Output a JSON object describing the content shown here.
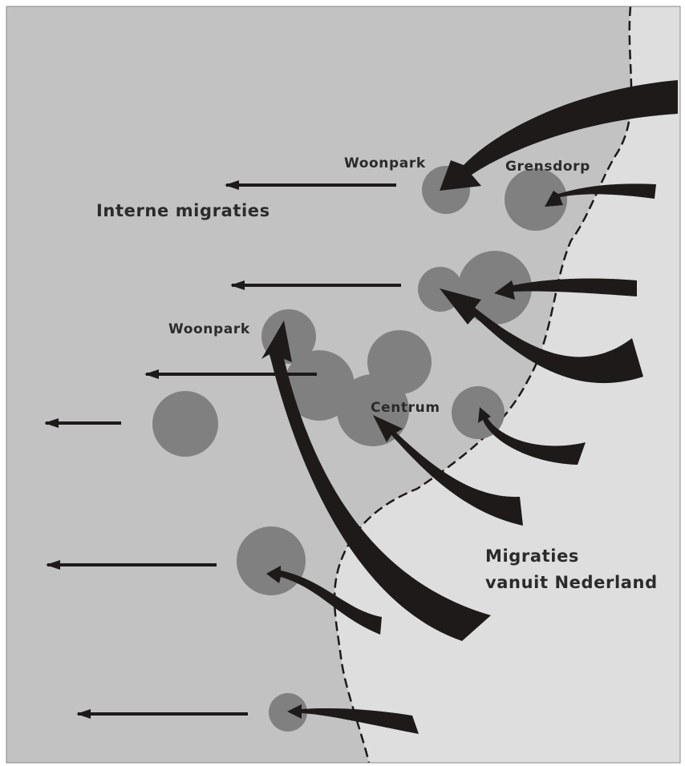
{
  "labels": {
    "woonpark_top": "Woonpark",
    "grensdorp": "Grensdorp",
    "interne_migraties": "Interne migraties",
    "woonpark_left": "Woonpark",
    "centrum": "Centrum",
    "migraties_line1": "Migraties",
    "migraties_line2": "vanuit Nederland"
  },
  "colors": {
    "inner_region": "#c2c2c2",
    "outer_region": "#dedede",
    "settlement": "#818081",
    "arrow": "#1d1a19",
    "text": "#2b2b2b",
    "border": "#8a8a8a"
  }
}
